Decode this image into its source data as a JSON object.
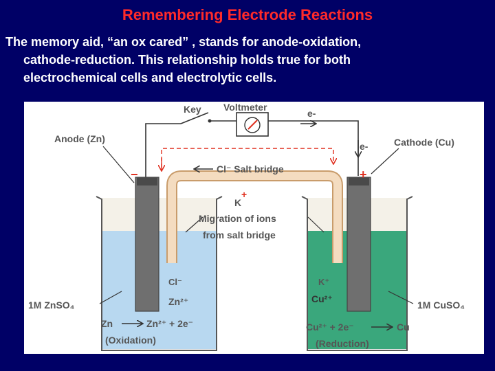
{
  "slide": {
    "title": "Remembering Electrode Reactions",
    "body": {
      "line1": "The memory aid, “an ox cared” , stands for anode-oxidation,",
      "line2": "cathode-reduction.  This relationship holds true for both",
      "line3": "electrochemical cells and electrolytic cells."
    }
  },
  "diagram": {
    "key": "Key",
    "voltmeter": "Voltmeter",
    "e_top": "e-",
    "e_right": "e-",
    "anode": "Anode (Zn)",
    "cathode": "Cathode (Cu)",
    "minus": "−",
    "plus": "+",
    "salt_bridge": "Cl⁻  Salt bridge",
    "k_ion": "K",
    "k_plus": "+",
    "migration_line1": "Migration of ions",
    "migration_line2": "from salt bridge",
    "cl_ion": "Cl⁻",
    "zn_ion": "Zn²⁺",
    "k_ion_right": "K⁺",
    "cu_ion": "Cu²⁺",
    "left_solution": "1M ZnSO₄",
    "right_solution": "1M CuSO₄",
    "left_reaction_lhs": "Zn",
    "left_reaction_rhs": "Zn²⁺  + 2e⁻",
    "left_reaction_label": "(Oxidation)",
    "right_reaction_lhs": "Cu²⁺  + 2e⁻",
    "right_reaction_rhs": "Cu",
    "right_reaction_label": "(Reduction)",
    "colors": {
      "left_solution": "#b8d8f0",
      "right_solution": "#3aa77c",
      "salt_bridge": "#f4dcc0",
      "electrode": "#6f6f6f",
      "red": "#e03020"
    }
  }
}
